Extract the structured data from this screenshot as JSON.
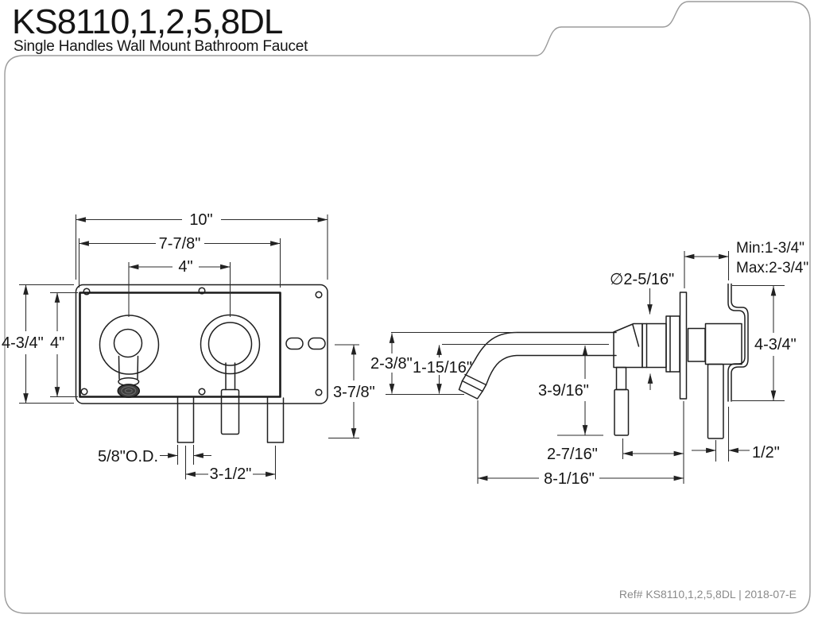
{
  "header": {
    "model": "KS8110,1,2,5,8DL",
    "subtitle": "Single Handles Wall Mount Bathroom Faucet"
  },
  "front_view": {
    "dim_overall_width": "10\"",
    "dim_plate_width": "7-7/8\"",
    "dim_hole_centers": "4\"",
    "dim_overall_height": "4-3/4\"",
    "dim_plate_height": "4\"",
    "dim_outlet_drop": "3-7/8\"",
    "dim_tube_od": "5/8\"O.D.",
    "dim_tube_spacing": "3-1/2\""
  },
  "side_view": {
    "dim_min_depth": "Min:1-3/4\"",
    "dim_max_depth": "Max:2-3/4\"",
    "dim_flange_diameter": "∅2-5/16\"",
    "dim_spout_drop": "2-3/8\"",
    "dim_spout_underside_drop": "1-15/16\"",
    "dim_handle_drop": "3-9/16\"",
    "dim_bracket_height": "4-3/4\"",
    "dim_handle_to_wall": "2-7/16\"",
    "dim_wall_clearance": "1/2\"",
    "dim_spout_reach": "8-1/16\""
  },
  "footer": {
    "reference": "Ref# KS8110,1,2,5,8DL | 2018-07-E"
  },
  "colors": {
    "line": "#1f1f1f",
    "border": "#9b9b9b",
    "aerator_fill": "#3d3d3d"
  }
}
